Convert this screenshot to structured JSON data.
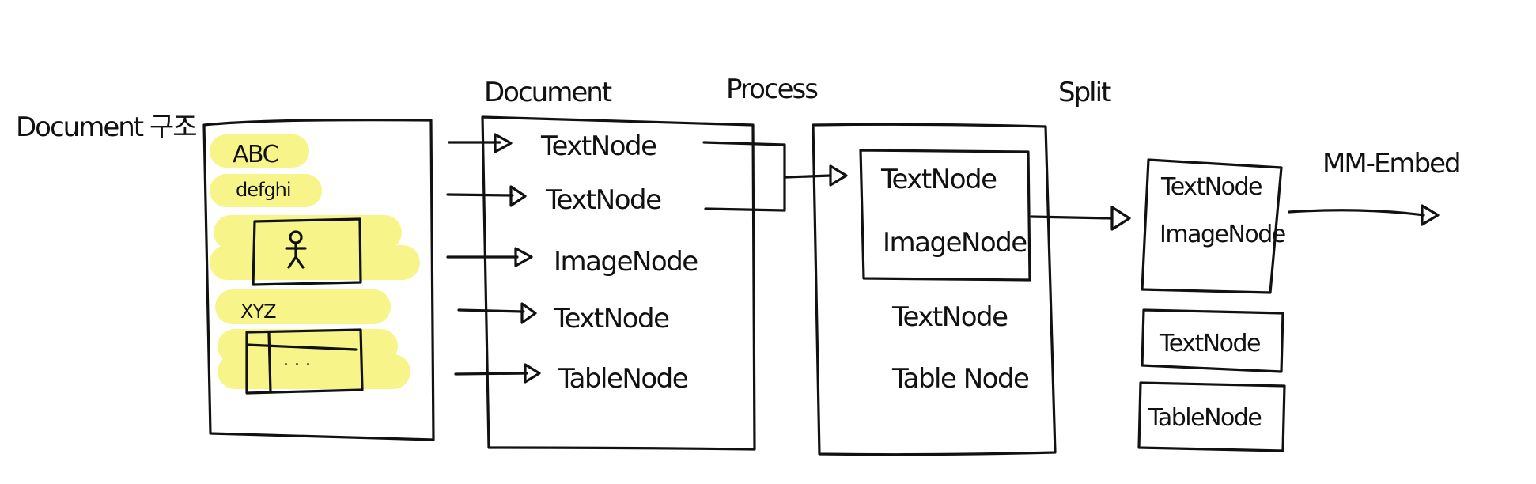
{
  "titles": {
    "structure": "Document 구조",
    "document": "Document",
    "process": "Process",
    "split": "Split",
    "embed": "MM-Embed"
  },
  "source_doc": {
    "text1": "ABC",
    "text2": "defghi",
    "text3": "XYZ",
    "table_dots": ". . ."
  },
  "document_nodes": [
    "TextNode",
    "TextNode",
    "ImageNode",
    "TextNode",
    "TableNode"
  ],
  "process_nodes": {
    "grouped": [
      "TextNode",
      "ImageNode"
    ],
    "others": [
      "TextNode",
      "Table Node"
    ]
  },
  "split_nodes": {
    "group": [
      "TextNode",
      "ImageNode"
    ],
    "single1": "TextNode",
    "single2": "TableNode"
  },
  "colors": {
    "ink": "#111111",
    "highlight": "#f7f58a",
    "background": "#ffffff"
  }
}
